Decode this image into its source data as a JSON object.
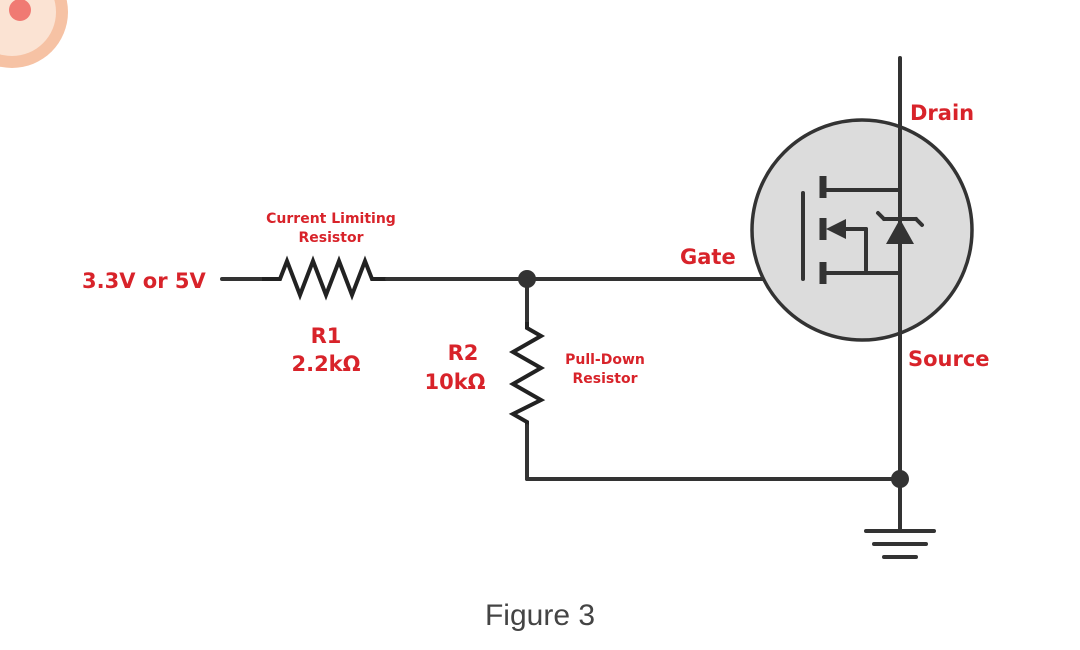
{
  "diagram": {
    "input_label": "3.3V or 5V",
    "r1": {
      "note_line1": "Current Limiting",
      "note_line2": "Resistor",
      "name": "R1",
      "value": "2.2kΩ"
    },
    "r2": {
      "name": "R2",
      "value": "10kΩ",
      "note_line1": "Pull-Down",
      "note_line2": "Resistor"
    },
    "mosfet": {
      "gate": "Gate",
      "drain": "Drain",
      "source": "Source"
    },
    "caption": "Figure 3"
  },
  "colors": {
    "label_red": "#d8232a",
    "wire": "#333333",
    "mosfet_body": "#dcdcdc",
    "corner_blob": "#f6c2a4",
    "corner_dot": "#f07a73"
  }
}
